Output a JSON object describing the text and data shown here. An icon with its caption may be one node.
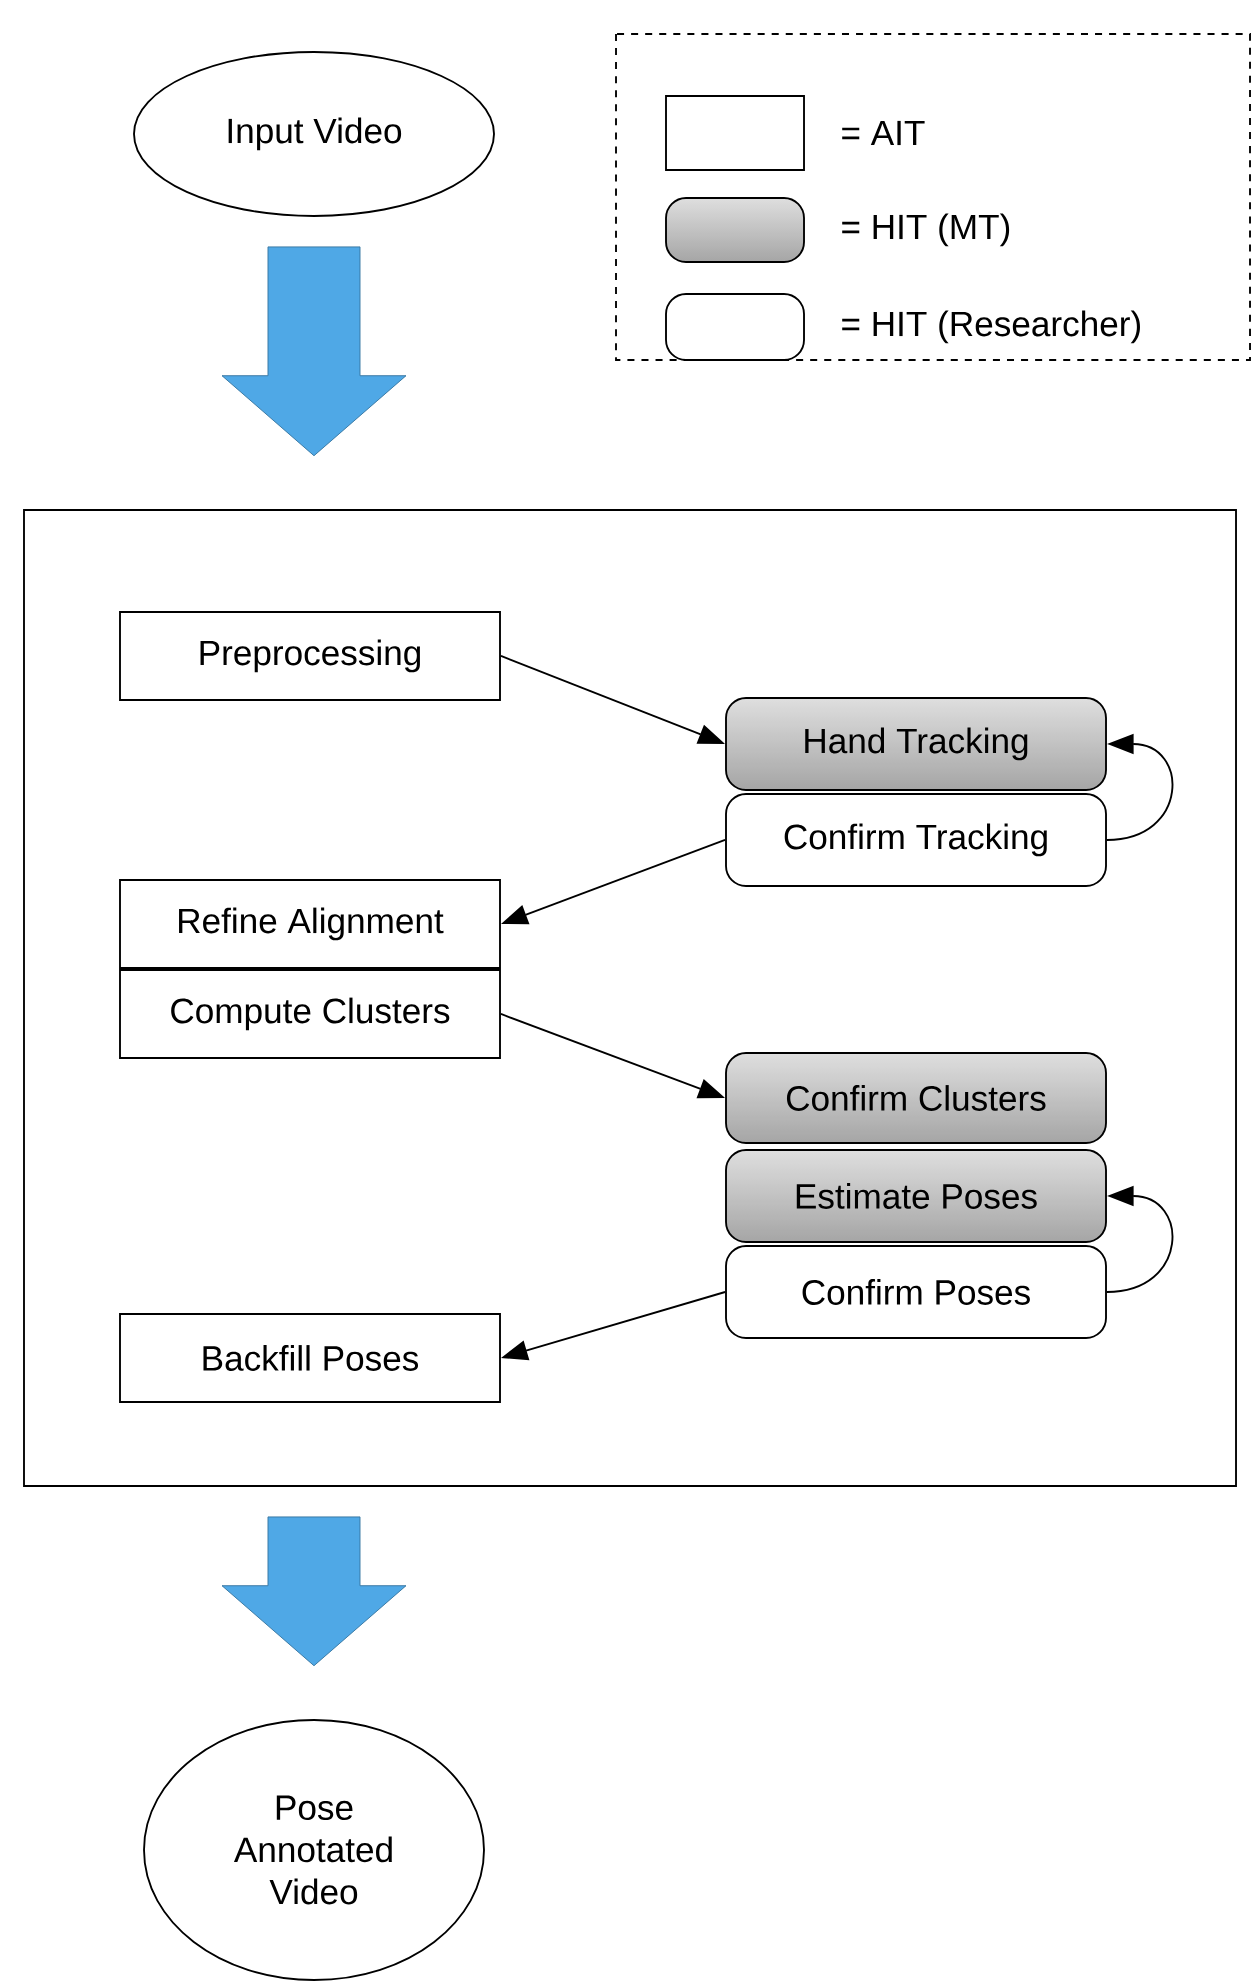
{
  "diagram": {
    "nodes": [
      {
        "text": [
          "Input Video"
        ]
      },
      {
        "text": [],
        "shape": "box"
      },
      {
        "text": [
          "Preprocessing"
        ],
        "in": 1
      },
      {
        "text": [
          "Hand Tracking"
        ],
        "in": 1
      },
      {
        "text": [
          "Confirm Tracking"
        ],
        "in": 1
      },
      {
        "text": [
          "Refine Alignment"
        ],
        "in": 1
      },
      {
        "text": [
          "Compute Clusters"
        ],
        "in": 1
      },
      {
        "text": [
          "Confirm Clusters"
        ],
        "in": 1
      },
      {
        "text": [
          "Estimate Poses"
        ],
        "in": 1
      },
      {
        "text": [
          "Confirm Poses"
        ],
        "in": 1
      },
      {
        "text": [
          "Backfill Poses"
        ],
        "in": 1
      },
      {
        "text": [
          "Pose Annotated Video"
        ]
      }
    ],
    "edges": [
      {
        "from": 0,
        "to": 1,
        "arrow": "to",
        "style": "thick",
        "color": "#4fa8e6"
      },
      {
        "from": 2,
        "to": 3,
        "arrow": "to"
      },
      {
        "from": 4,
        "to": 3,
        "arrow": "to"
      },
      {
        "from": 4,
        "to": 5,
        "arrow": "to"
      },
      {
        "from": 6,
        "to": 7,
        "arrow": "to"
      },
      {
        "from": 9,
        "to": 8,
        "arrow": "to"
      },
      {
        "from": 9,
        "to": 10,
        "arrow": "to"
      },
      {
        "from": 1,
        "to": 11,
        "arrow": "to",
        "style": "thick",
        "color": "#4fa8e6"
      }
    ],
    "legend": [
      {
        "text": "= AIT"
      },
      {
        "text": "= HIT (MT)"
      },
      {
        "text": "= HIT (Researcher)"
      }
    ]
  }
}
